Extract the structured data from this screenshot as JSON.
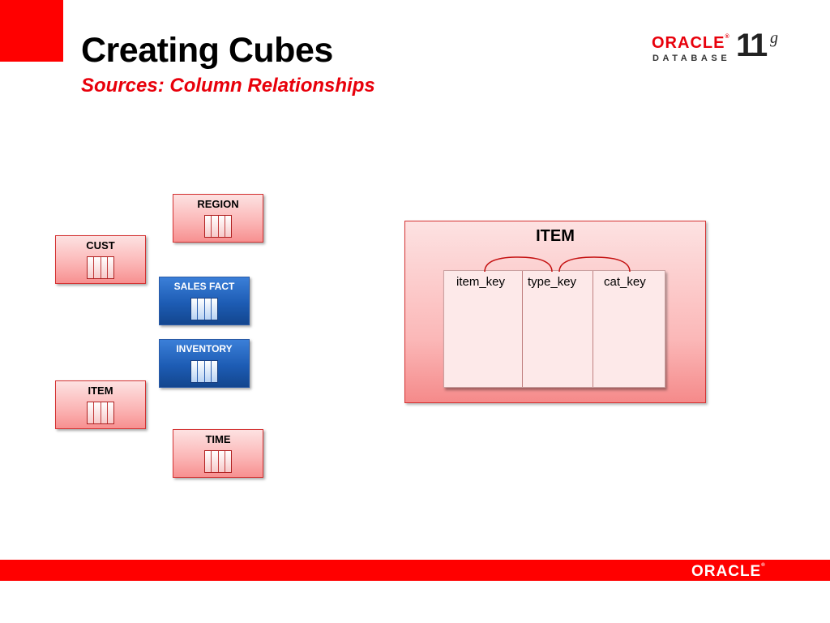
{
  "header": {
    "title": "Creating Cubes",
    "subtitle": "Sources:  Column Relationships"
  },
  "logo": {
    "brand": "ORACLE",
    "registered": "®",
    "product": "DATABASE",
    "version": "11",
    "version_suffix": "g"
  },
  "tables": [
    {
      "label": "REGION",
      "style": "red"
    },
    {
      "label": "CUST",
      "style": "red"
    },
    {
      "label": "SALES FACT",
      "style": "blue"
    },
    {
      "label": "INVENTORY",
      "style": "blue"
    },
    {
      "label": "ITEM",
      "style": "red"
    },
    {
      "label": "TIME",
      "style": "red"
    }
  ],
  "item_detail": {
    "title": "ITEM",
    "columns": [
      "item_key",
      "type_key",
      "cat_key"
    ]
  },
  "footer": {
    "brand": "ORACLE",
    "registered": "®"
  },
  "colors": {
    "accent_red": "#ff0000",
    "subtitle_red": "#e8000b",
    "fact_blue": "#1d5cb4"
  }
}
